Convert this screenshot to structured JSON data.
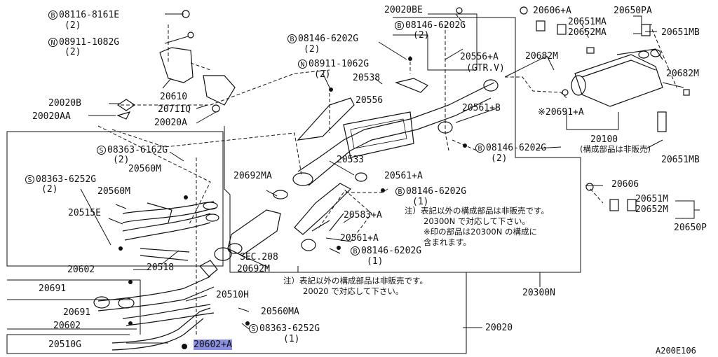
{
  "diagram_id": "A200E106",
  "symbols": {
    "bolt": "B",
    "nut": "N",
    "screw": "S"
  },
  "labels": {
    "p20020be": "20020BE",
    "p20606a": "20606+A",
    "p20650pa": "20650PA",
    "p20651ma": "20651MA",
    "p20652ma": "20652MA",
    "p20651mb_top": "20651MB",
    "p20682m_a": "20682M",
    "p20682m_b": "20682M",
    "p20556a": "20556+A",
    "gtrv": "(GTR.V)",
    "p20538": "20538",
    "p20556": "20556",
    "p20561b": "20561+B",
    "p20691a_star": "※20691+A",
    "p20100": "20100",
    "p20100_note": "(構成部品は非販売)",
    "p20651mb_bot": "20651MB",
    "p20610": "20610",
    "p20711q": "20711Q",
    "p20020a": "20020A",
    "p20020b": "20020B",
    "p20020aa": "20020AA",
    "p20560m_a": "20560M",
    "p20560m_b": "20560M",
    "p20515e": "20515E",
    "p20692ma": "20692MA",
    "p20533": "20533",
    "p20561a_a": "20561+A",
    "p20561a_b": "20561+A",
    "p20583a": "20583+A",
    "p20606": "20606",
    "p20651m": "20651M",
    "p20652m": "20652M",
    "p20650p": "20650P",
    "note1_l1": "注）表記以外の構成部品は非販売です。",
    "note1_l2": "20300N で対応して下さい。",
    "note1_l3": "※印の部品は20300N の構成に",
    "note1_l4": "含まれます。",
    "p20518": "20518",
    "p20692m": "20692M",
    "sec208": "SEC.208",
    "p20300n": "20300N",
    "p20602_a": "20602",
    "p20691": "20691",
    "p20691_b": "20691",
    "p20602_b": "20602",
    "p20510h": "20510H",
    "p20560ma": "20560MA",
    "p20510g": "20510G",
    "p20602a": "20602+A",
    "p20020": "20020",
    "note2_l1": "注）表記以外の構成部品は非販売です。",
    "note2_l2": "20020 で対応して下さい。"
  },
  "refs": {
    "r1": {
      "code": "08116-8161E",
      "qty": "(2)"
    },
    "r2": {
      "code": "08911-1082G",
      "qty": "(2)"
    },
    "r3": {
      "code": "08146-6202G",
      "qty": "(2)"
    },
    "r4": {
      "code": "08146-6202G",
      "qty": "(2)"
    },
    "r5": {
      "code": "08911-1062G",
      "qty": "(2)"
    },
    "r6": {
      "code": "08363-6162G",
      "qty": "(2)"
    },
    "r7": {
      "code": "08363-6252G",
      "qty": "(2)"
    },
    "r8": {
      "code": "08146-6202G",
      "qty": "(2)"
    },
    "r9": {
      "code": "08146-6202G",
      "qty": "(1)"
    },
    "r10": {
      "code": "08146-6202G",
      "qty": "(1)"
    },
    "r11": {
      "code": "08363-6252G",
      "qty": "(1)"
    }
  }
}
